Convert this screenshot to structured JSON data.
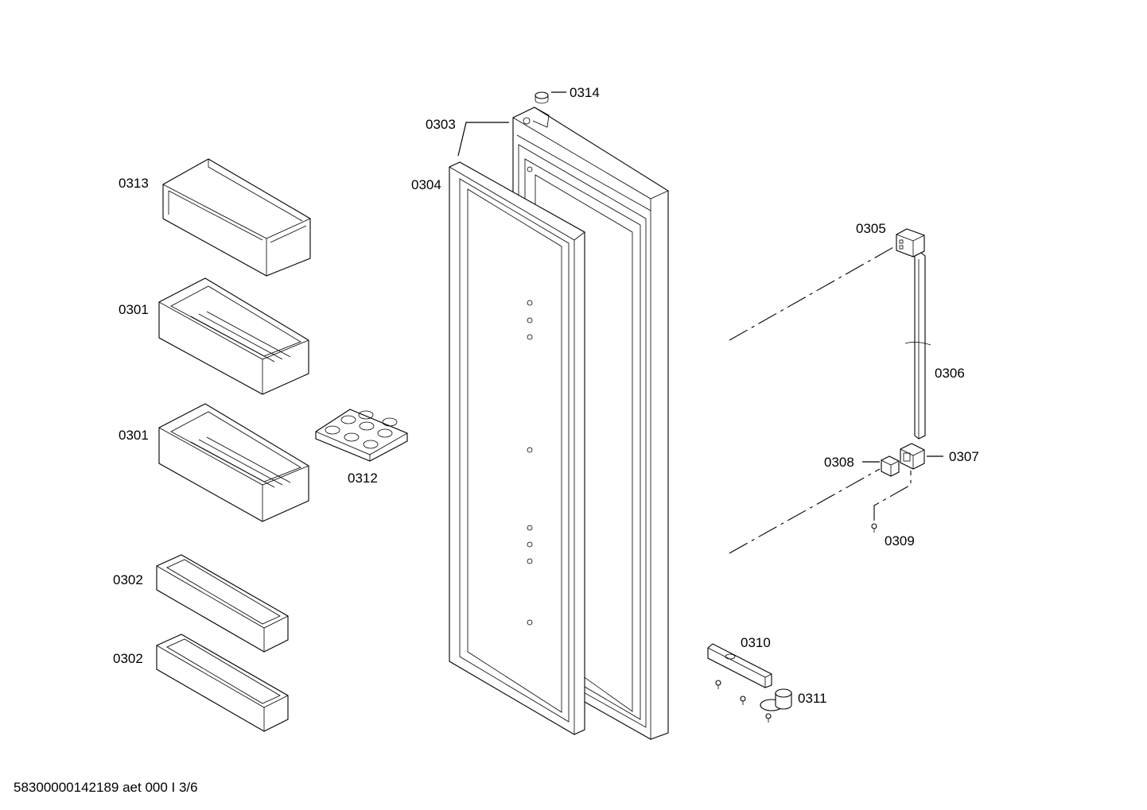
{
  "labels": {
    "p0313": "0313",
    "p0301a": "0301",
    "p0301b": "0301",
    "p0312": "0312",
    "p0302a": "0302",
    "p0302b": "0302",
    "p0303": "0303",
    "p0304": "0304",
    "p0314": "0314",
    "p0305": "0305",
    "p0306": "0306",
    "p0307": "0307",
    "p0308": "0308",
    "p0309": "0309",
    "p0310": "0310",
    "p0311": "0311"
  },
  "footer": "58300000142189 aet 000 I 3/6"
}
